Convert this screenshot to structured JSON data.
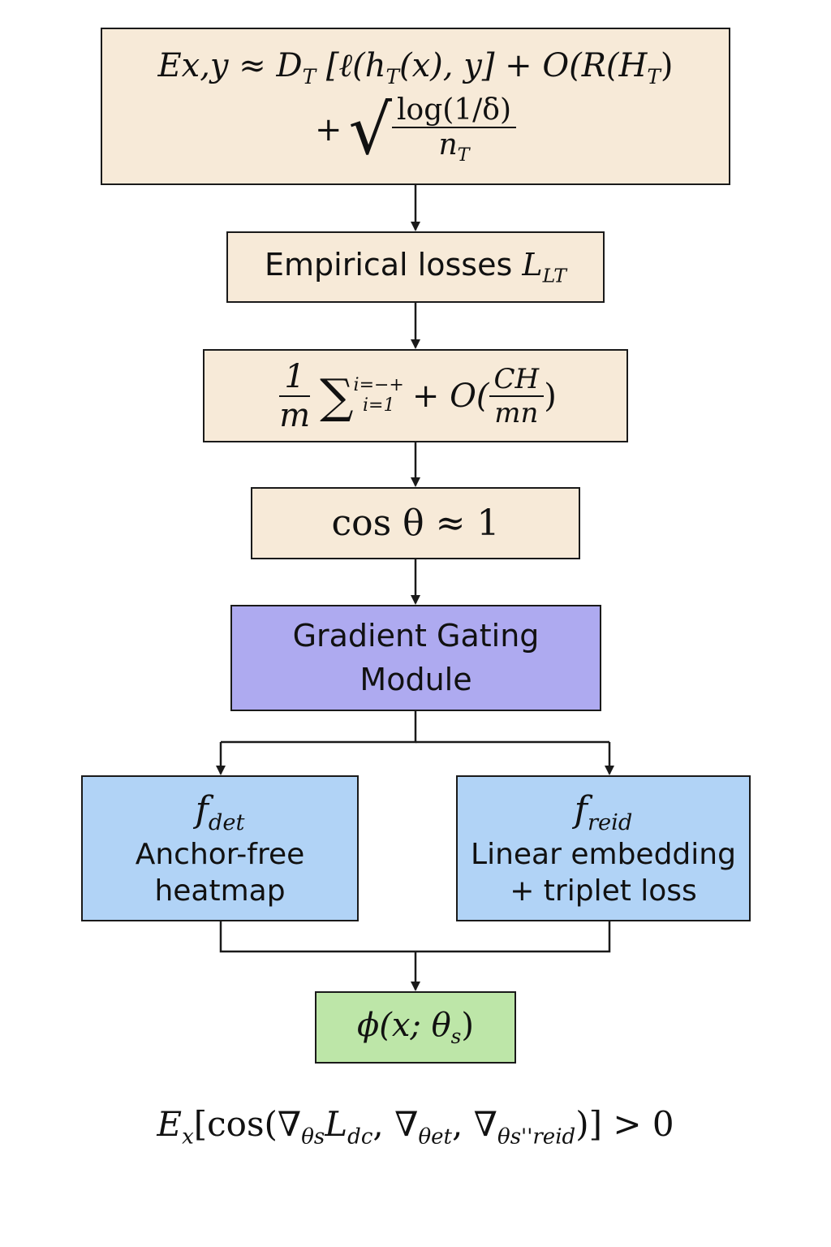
{
  "boxes": {
    "bound": {
      "line1": {
        "lhs": "Ex,y",
        "approx": "≈",
        "dist": "D",
        "dist_sub": "T",
        "bracket": "[ℓ(h",
        "h_sub": "T",
        "rest": "(x), y] + O(R(H",
        "H_sub": "T",
        "close": ")"
      },
      "line2": {
        "plus": "+",
        "sqrt_num": "log(1/δ)",
        "sqrt_den": "n",
        "den_sub": "T"
      }
    },
    "empirical": {
      "text": "Empirical losses ",
      "sym": "L",
      "sym_sub": "LT"
    },
    "sum": {
      "frac_num": "1",
      "frac_den": "m",
      "sum_sign": "∑",
      "upper": "i=−+",
      "lower": "i=1",
      "plus_O": "+ O(",
      "frac2_num": "CH",
      "frac2_den": "mn",
      "close": ")"
    },
    "cos": {
      "text": "cos θ ≈ 1"
    },
    "gating": {
      "line1": "Gradient Gating",
      "line2": "Module"
    },
    "det": {
      "sym": "f",
      "sym_sub": "det",
      "line1": "Anchor-free",
      "line2": "heatmap"
    },
    "reid": {
      "sym": "f",
      "sym_sub": "reid",
      "line1": "Linear embedding",
      "line2": "+ triplet loss"
    },
    "phi": {
      "text": "ϕ(x; θ",
      "sub": "s",
      "close": ")"
    }
  },
  "bottom_formula": {
    "E": "E",
    "E_sub": "x",
    "open": "[cos(∇",
    "g1_sub": "θs",
    "L": "L",
    "L_sub": "dc",
    "sep1": ", ∇",
    "g2_sub": "θet",
    "sep2": ", ∇",
    "g3_sub": "θs''reid",
    "close": ")] > 0"
  },
  "colors": {
    "beige": "#f7ead8",
    "purple": "#aeaaf0",
    "blue": "#b1d3f6",
    "green": "#bde6a8",
    "stroke": "#1a1a1a"
  }
}
